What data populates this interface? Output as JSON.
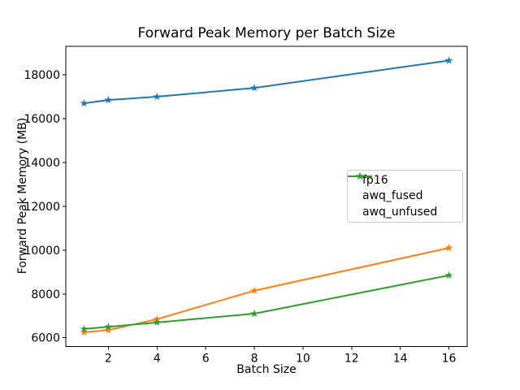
{
  "chart_data": {
    "type": "line",
    "title": "Forward Peak Memory per Batch Size",
    "xlabel": "Batch Size",
    "ylabel": "Forward Peak Memory (MB)",
    "x": [
      1,
      2,
      4,
      8,
      16
    ],
    "series": [
      {
        "name": "fp16",
        "color": "#1f77b4",
        "marker": "star",
        "values": [
          16700,
          16850,
          17000,
          17400,
          18650
        ]
      },
      {
        "name": "awq_fused",
        "color": "#ff7f0e",
        "marker": "star",
        "values": [
          6250,
          6350,
          6850,
          8150,
          10100
        ]
      },
      {
        "name": "awq_unfused",
        "color": "#2ca02c",
        "marker": "star",
        "values": [
          6400,
          6500,
          6700,
          7100,
          8850
        ]
      }
    ],
    "xlim": [
      0.25,
      16.75
    ],
    "ylim": [
      5600,
      19300
    ],
    "xticks": [
      2,
      4,
      6,
      8,
      10,
      12,
      14,
      16
    ],
    "yticks": [
      6000,
      8000,
      10000,
      12000,
      14000,
      16000,
      18000
    ],
    "grid": false,
    "legend_position": "center right",
    "background": "#ffffff",
    "spine_color": "#000000"
  }
}
